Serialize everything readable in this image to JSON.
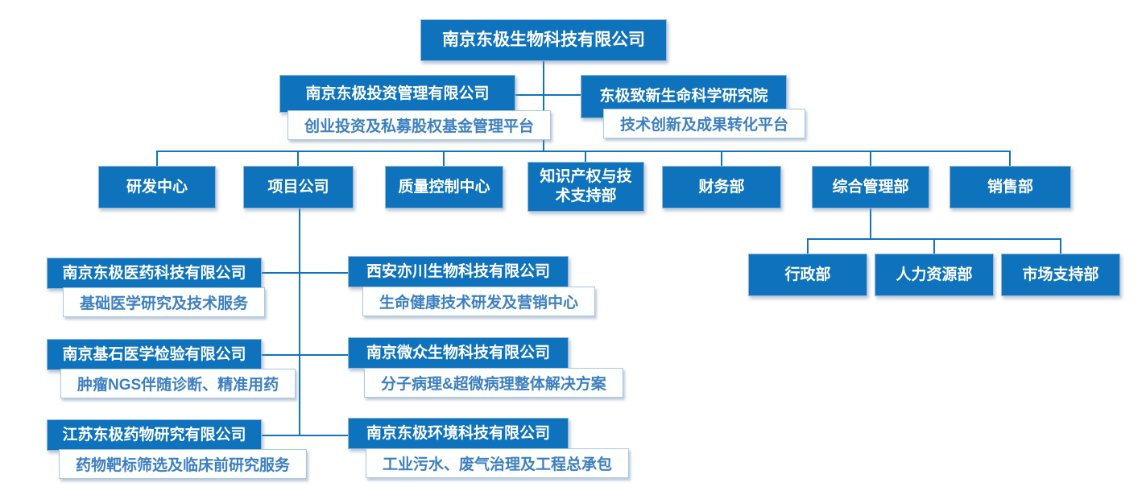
{
  "colors": {
    "box_fill_blue": "#0E72BC",
    "connector_blue": "#1173BB",
    "subtitle_text_blue": "#3E7FC1",
    "subtitle_border_blue": "#A9C7E2",
    "box_text_white": "#FFFFFF"
  },
  "root": {
    "label": "南京东极生物科技有限公司"
  },
  "level2": [
    {
      "title": "南京东极投资管理有限公司",
      "subtitle": "创业投资及私募股权基金管理平台"
    },
    {
      "title": "东极致新生命科学研究院",
      "subtitle": "技术创新及成果转化平台"
    }
  ],
  "departments": [
    {
      "label": "研发中心"
    },
    {
      "label": "项目公司"
    },
    {
      "label": "质量控制中心"
    },
    {
      "label": "知识产权与技\n术支持部"
    },
    {
      "label": "财务部"
    },
    {
      "label": "综合管理部"
    },
    {
      "label": "销售部"
    }
  ],
  "admin_departments": [
    {
      "label": "行政部"
    },
    {
      "label": "人力资源部"
    },
    {
      "label": "市场支持部"
    }
  ],
  "project_companies": {
    "left": [
      {
        "title": "南京东极医药科技有限公司",
        "subtitle": "基础医学研究及技术服务"
      },
      {
        "title": "南京基石医学检验有限公司",
        "subtitle": "肿瘤NGS伴随诊断、精准用药"
      },
      {
        "title": "江苏东极药物研究有限公司",
        "subtitle": "药物靶标筛选及临床前研究服务"
      }
    ],
    "right": [
      {
        "title": "西安亦川生物科技有限公司",
        "subtitle": "生命健康技术研发及营销中心"
      },
      {
        "title": "南京微众生物科技有限公司",
        "subtitle": "分子病理&超微病理整体解决方案"
      },
      {
        "title": "南京东极环境科技有限公司",
        "subtitle": "工业污水、废气治理及工程总承包"
      }
    ]
  }
}
